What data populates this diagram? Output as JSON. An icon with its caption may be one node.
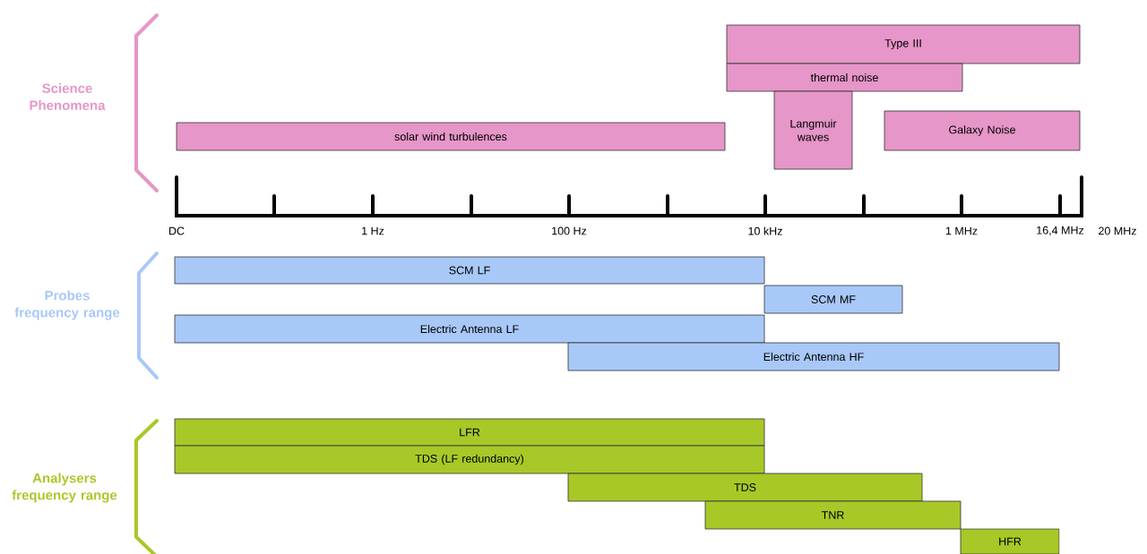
{
  "diagram": {
    "nodes": [
      {
        "text": [
          "Type III"
        ]
      },
      {
        "text": [
          "thermal noise"
        ]
      },
      {
        "text": [
          "solar wind turbulences"
        ]
      },
      {
        "text": [
          "Langmuir waves"
        ]
      },
      {
        "text": [
          "Galaxy Noise"
        ]
      },
      {
        "text": [
          "SCM LF"
        ]
      },
      {
        "text": [
          "SCM MF"
        ]
      },
      {
        "text": [
          "Electric Antenna LF"
        ]
      },
      {
        "text": [
          "Electric Antenna HF"
        ]
      },
      {
        "text": [
          "LFR"
        ]
      },
      {
        "text": [
          "TDS (LF redundancy)"
        ]
      },
      {
        "text": [
          "TDS"
        ]
      },
      {
        "text": [
          "TNR"
        ]
      },
      {
        "text": [
          "HFR"
        ]
      }
    ],
    "labels": [
      "Science Phenomena",
      "DC",
      "1 Hz",
      "100 Hz",
      "10 kHz",
      "1 MHz",
      "16,4 MHz",
      "20 MHz",
      "Probes frequency range",
      "Analysers frequency range"
    ]
  }
}
